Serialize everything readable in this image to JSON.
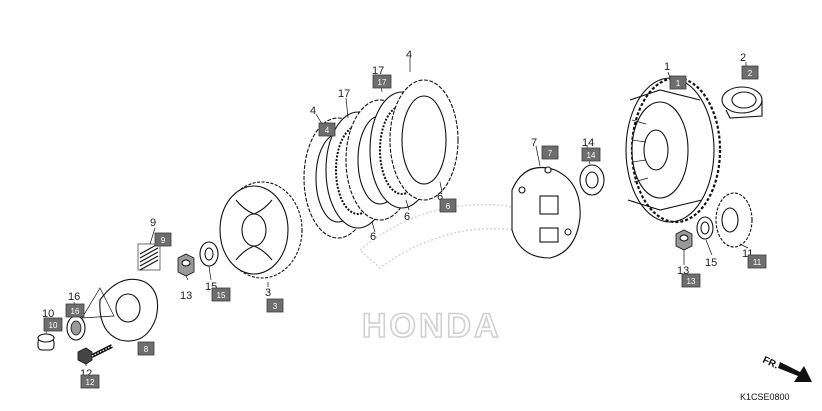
{
  "diagram": {
    "callouts": [
      {
        "id": "c1",
        "number": "1",
        "tag": "1"
      },
      {
        "id": "c2",
        "number": "2",
        "tag": "2"
      },
      {
        "id": "c3",
        "number": "3",
        "tag": "3"
      },
      {
        "id": "c4a",
        "number": "4",
        "tag": "4"
      },
      {
        "id": "c4b",
        "number": "4",
        "tag": ""
      },
      {
        "id": "c6a",
        "number": "6",
        "tag": ""
      },
      {
        "id": "c6b",
        "number": "6",
        "tag": ""
      },
      {
        "id": "c6c",
        "number": "6",
        "tag": "6"
      },
      {
        "id": "c7",
        "number": "7",
        "tag": "7"
      },
      {
        "id": "c8",
        "number": "",
        "tag": "8"
      },
      {
        "id": "c9",
        "number": "9",
        "tag": "9"
      },
      {
        "id": "c10",
        "number": "10",
        "tag": "10"
      },
      {
        "id": "c11",
        "number": "11",
        "tag": "11"
      },
      {
        "id": "c12",
        "number": "12",
        "tag": "12"
      },
      {
        "id": "c13a",
        "number": "13",
        "tag": ""
      },
      {
        "id": "c13b",
        "number": "13",
        "tag": "13"
      },
      {
        "id": "c14",
        "number": "14",
        "tag": "14"
      },
      {
        "id": "c15a",
        "number": "15",
        "tag": "15"
      },
      {
        "id": "c15b",
        "number": "15",
        "tag": ""
      },
      {
        "id": "c16",
        "number": "16",
        "tag": "16"
      },
      {
        "id": "c17a",
        "number": "17",
        "tag": ""
      },
      {
        "id": "c17b",
        "number": "17",
        "tag": "17"
      }
    ],
    "direction_label": "FR.",
    "diagram_code": "K1CSE0800",
    "watermark": "HONDA"
  },
  "colors": {
    "tag_fill": "#6e6e6e",
    "line": "#111111",
    "watermark": "#d0d0d0"
  }
}
